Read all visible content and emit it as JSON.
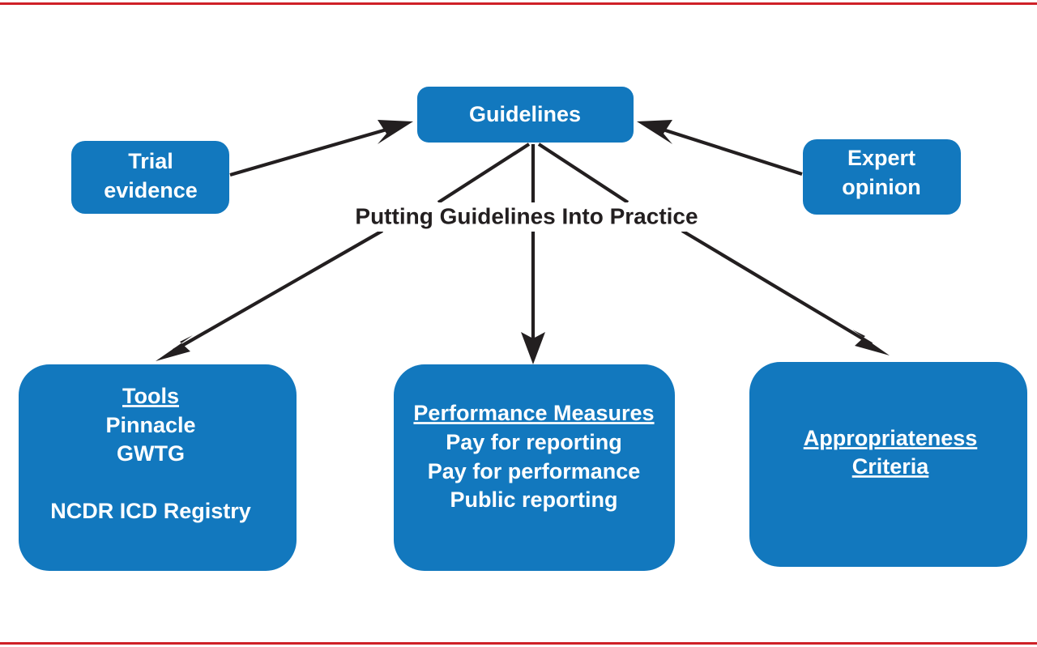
{
  "figure": {
    "center_label": "Putting Guidelines Into Practice",
    "accent_color": "#1278be",
    "rule_color": "#cf2027",
    "text_on_node_color": "#ffffff",
    "connector_color": "#231f20"
  },
  "nodes": {
    "guidelines": {
      "label": "Guidelines"
    },
    "trial_evidence": {
      "line1": "Trial",
      "line2": "evidence"
    },
    "expert_opinion": {
      "line1": "Expert",
      "line2": "opinion"
    },
    "tools": {
      "heading": "Tools",
      "line1": "Pinnacle",
      "line2": "GWTG",
      "line3": "NCDR ICD Registry"
    },
    "performance_measures": {
      "heading": "Performance Measures",
      "line1": "Pay for reporting",
      "line2": "Pay for performance",
      "line3": "Public reporting"
    },
    "appropriateness_criteria": {
      "heading_line1": "Appropriateness",
      "heading_line2": "Criteria"
    }
  },
  "edges": [
    {
      "name": "trial-evidence-to-guidelines",
      "from": "trial_evidence",
      "to": "guidelines",
      "direction": "up-right"
    },
    {
      "name": "expert-opinion-to-guidelines",
      "from": "expert_opinion",
      "to": "guidelines",
      "direction": "up-left"
    },
    {
      "name": "guidelines-to-tools",
      "from": "guidelines",
      "to": "tools",
      "direction": "down-left"
    },
    {
      "name": "guidelines-to-performance-measures",
      "from": "guidelines",
      "to": "performance_measures",
      "direction": "down"
    },
    {
      "name": "guidelines-to-appropriateness-criteria",
      "from": "guidelines",
      "to": "appropriateness_criteria",
      "direction": "down-right"
    }
  ]
}
